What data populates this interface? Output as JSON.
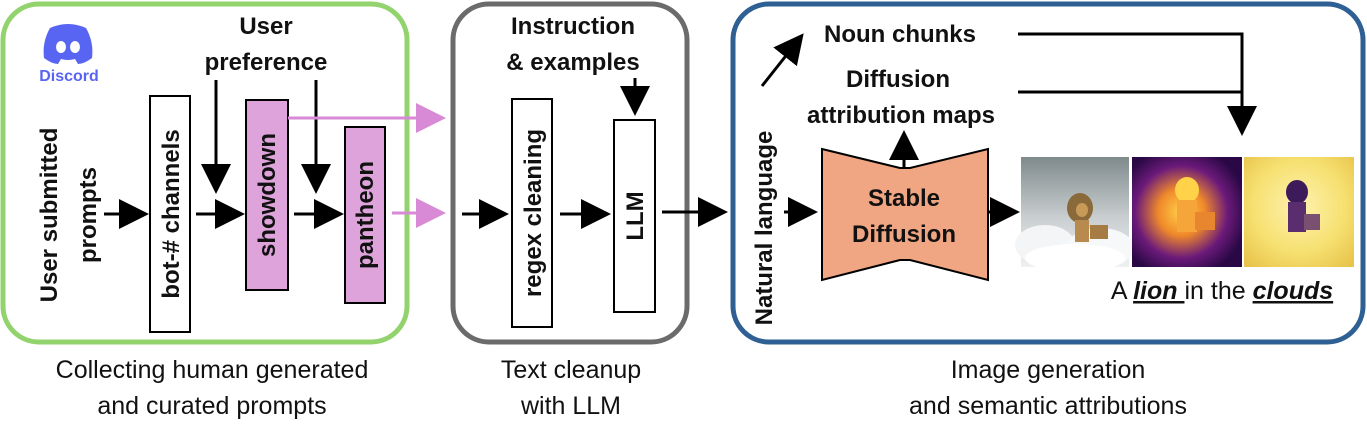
{
  "colors": {
    "collect_border": "#92d36e",
    "cleanup_border": "#6b6b6b",
    "generation_border": "#2e6094",
    "channel_fill": "#dfa3dc",
    "diffusion_fill": "#f0a583",
    "discord_blue": "#5865f2",
    "arrow_pink": "#d98ad6"
  },
  "discord": {
    "icon": "discord-logo-icon",
    "label": "Discord"
  },
  "collect": {
    "input_label_1": "User submitted",
    "input_label_2": "prompts",
    "bot_channels": "bot-# channels",
    "user_pref_1": "User",
    "user_pref_2": "preference",
    "showdown": "showdown",
    "pantheon": "pantheon",
    "caption_1": "Collecting human generated",
    "caption_2": "and curated prompts"
  },
  "cleanup": {
    "instruction_1": "Instruction",
    "instruction_2": "& examples",
    "regex": "regex cleaning",
    "llm": "LLM",
    "caption_1": "Text cleanup",
    "caption_2": "with LLM"
  },
  "generation": {
    "natural_language": "Natural language",
    "noun_chunks": "Noun chunks",
    "attr_maps_1": "Diffusion",
    "attr_maps_2": "attribution maps",
    "sd_1": "Stable",
    "sd_2": "Diffusion",
    "prompt_a": "A",
    "prompt_lion": "lion",
    "prompt_mid": "in the",
    "prompt_clouds": "clouds",
    "caption_1": "Image generation",
    "caption_2": "and semantic attributions"
  }
}
